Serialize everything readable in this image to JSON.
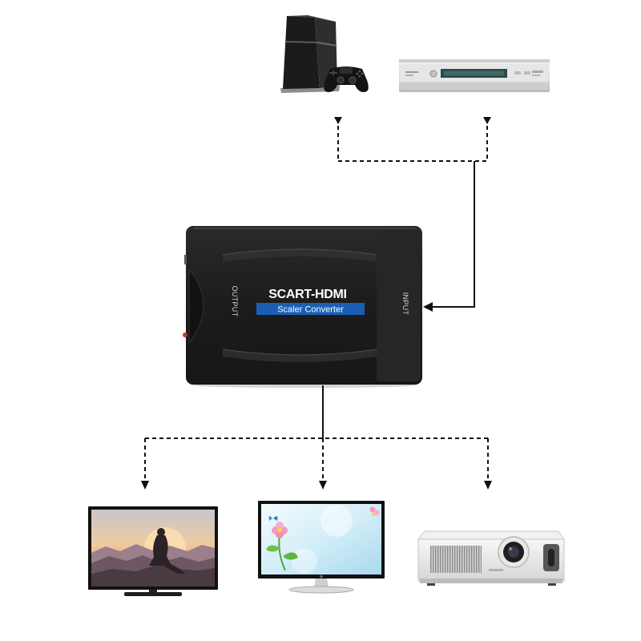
{
  "converter": {
    "title": "SCART-HDMI",
    "subtitle": "Scaler Converter",
    "output_label": "OUTPUT",
    "input_label": "INPUT"
  },
  "icons": {
    "sources": [
      "game-console-icon",
      "game-controller-icon",
      "dvd-player-icon"
    ],
    "outputs": [
      "tv-icon",
      "monitor-icon",
      "projector-icon"
    ]
  },
  "colors": {
    "background": "#ffffff",
    "converter_body": "#1e1e1e",
    "label_bar": "#1a5fb4",
    "connector_lines": "#111111",
    "indicator_led": "#c0392b"
  }
}
